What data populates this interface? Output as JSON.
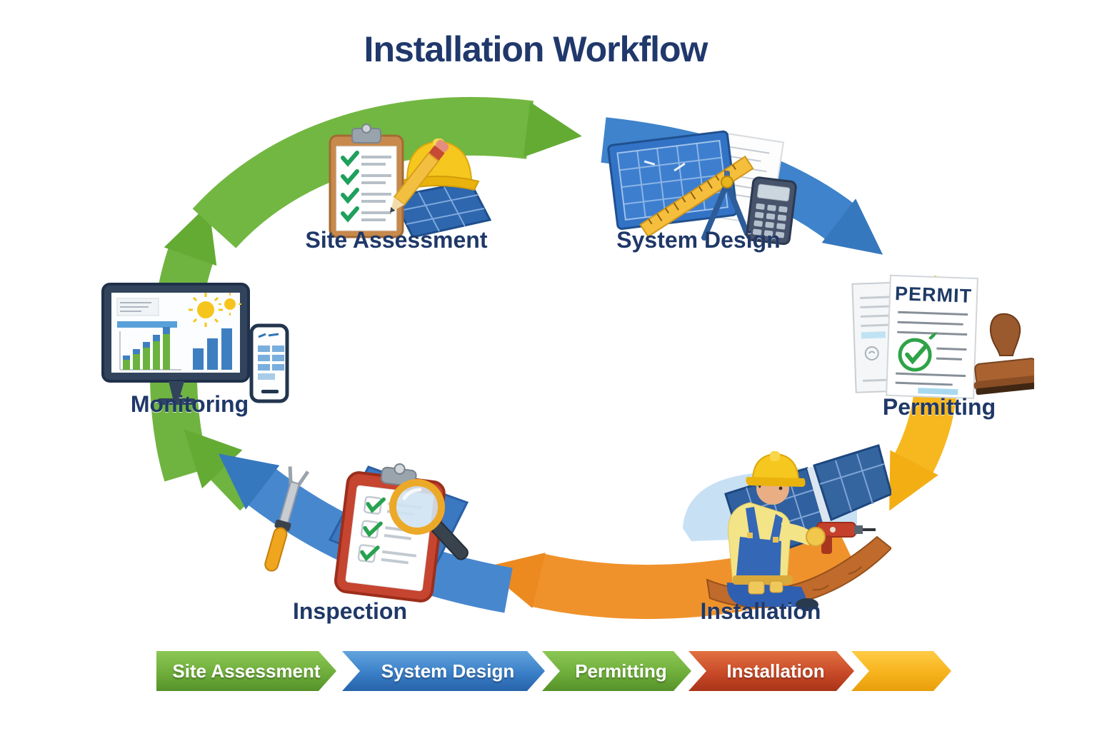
{
  "title": "Installation Workflow",
  "cycle": {
    "stages": [
      {
        "label": "Site Assessment",
        "icon": "site-assessment-icon"
      },
      {
        "label": "System Design",
        "icon": "system-design-icon"
      },
      {
        "label": "Permitting",
        "icon": "permitting-icon",
        "document_text": "PERMIT"
      },
      {
        "label": "Installation",
        "icon": "installation-icon"
      },
      {
        "label": "Inspection",
        "icon": "inspection-icon"
      },
      {
        "label": "Monitoring",
        "icon": "monitoring-icon"
      }
    ],
    "arrow_segments": [
      {
        "from": "Monitoring",
        "to": "Site Assessment",
        "color": "#6FB440"
      },
      {
        "from": "Site Assessment",
        "to": "System Design",
        "color": "#72B742"
      },
      {
        "from": "System Design",
        "to": "Permitting",
        "color": "#3E83CB"
      },
      {
        "from": "Permitting",
        "to": "Installation",
        "color": "#F7B71E"
      },
      {
        "from": "Installation",
        "to": "Inspection",
        "color": "#F0922B"
      },
      {
        "from": "Inspection",
        "to": "Monitoring",
        "color": "#4787CE"
      }
    ]
  },
  "bottom_bar": {
    "steps": [
      {
        "label": "Site Assessment",
        "color": "#6FAE3B"
      },
      {
        "label": "System Design",
        "color": "#3A7FC8"
      },
      {
        "label": "Permitting",
        "color": "#6FAE3B"
      },
      {
        "label": "Installation",
        "color": "#C84A28"
      },
      {
        "label": "",
        "color": "#F7B31C"
      }
    ]
  },
  "colors": {
    "background": "#FFFFFF",
    "title_text": "#20386B",
    "label_text": "#1F3868"
  }
}
